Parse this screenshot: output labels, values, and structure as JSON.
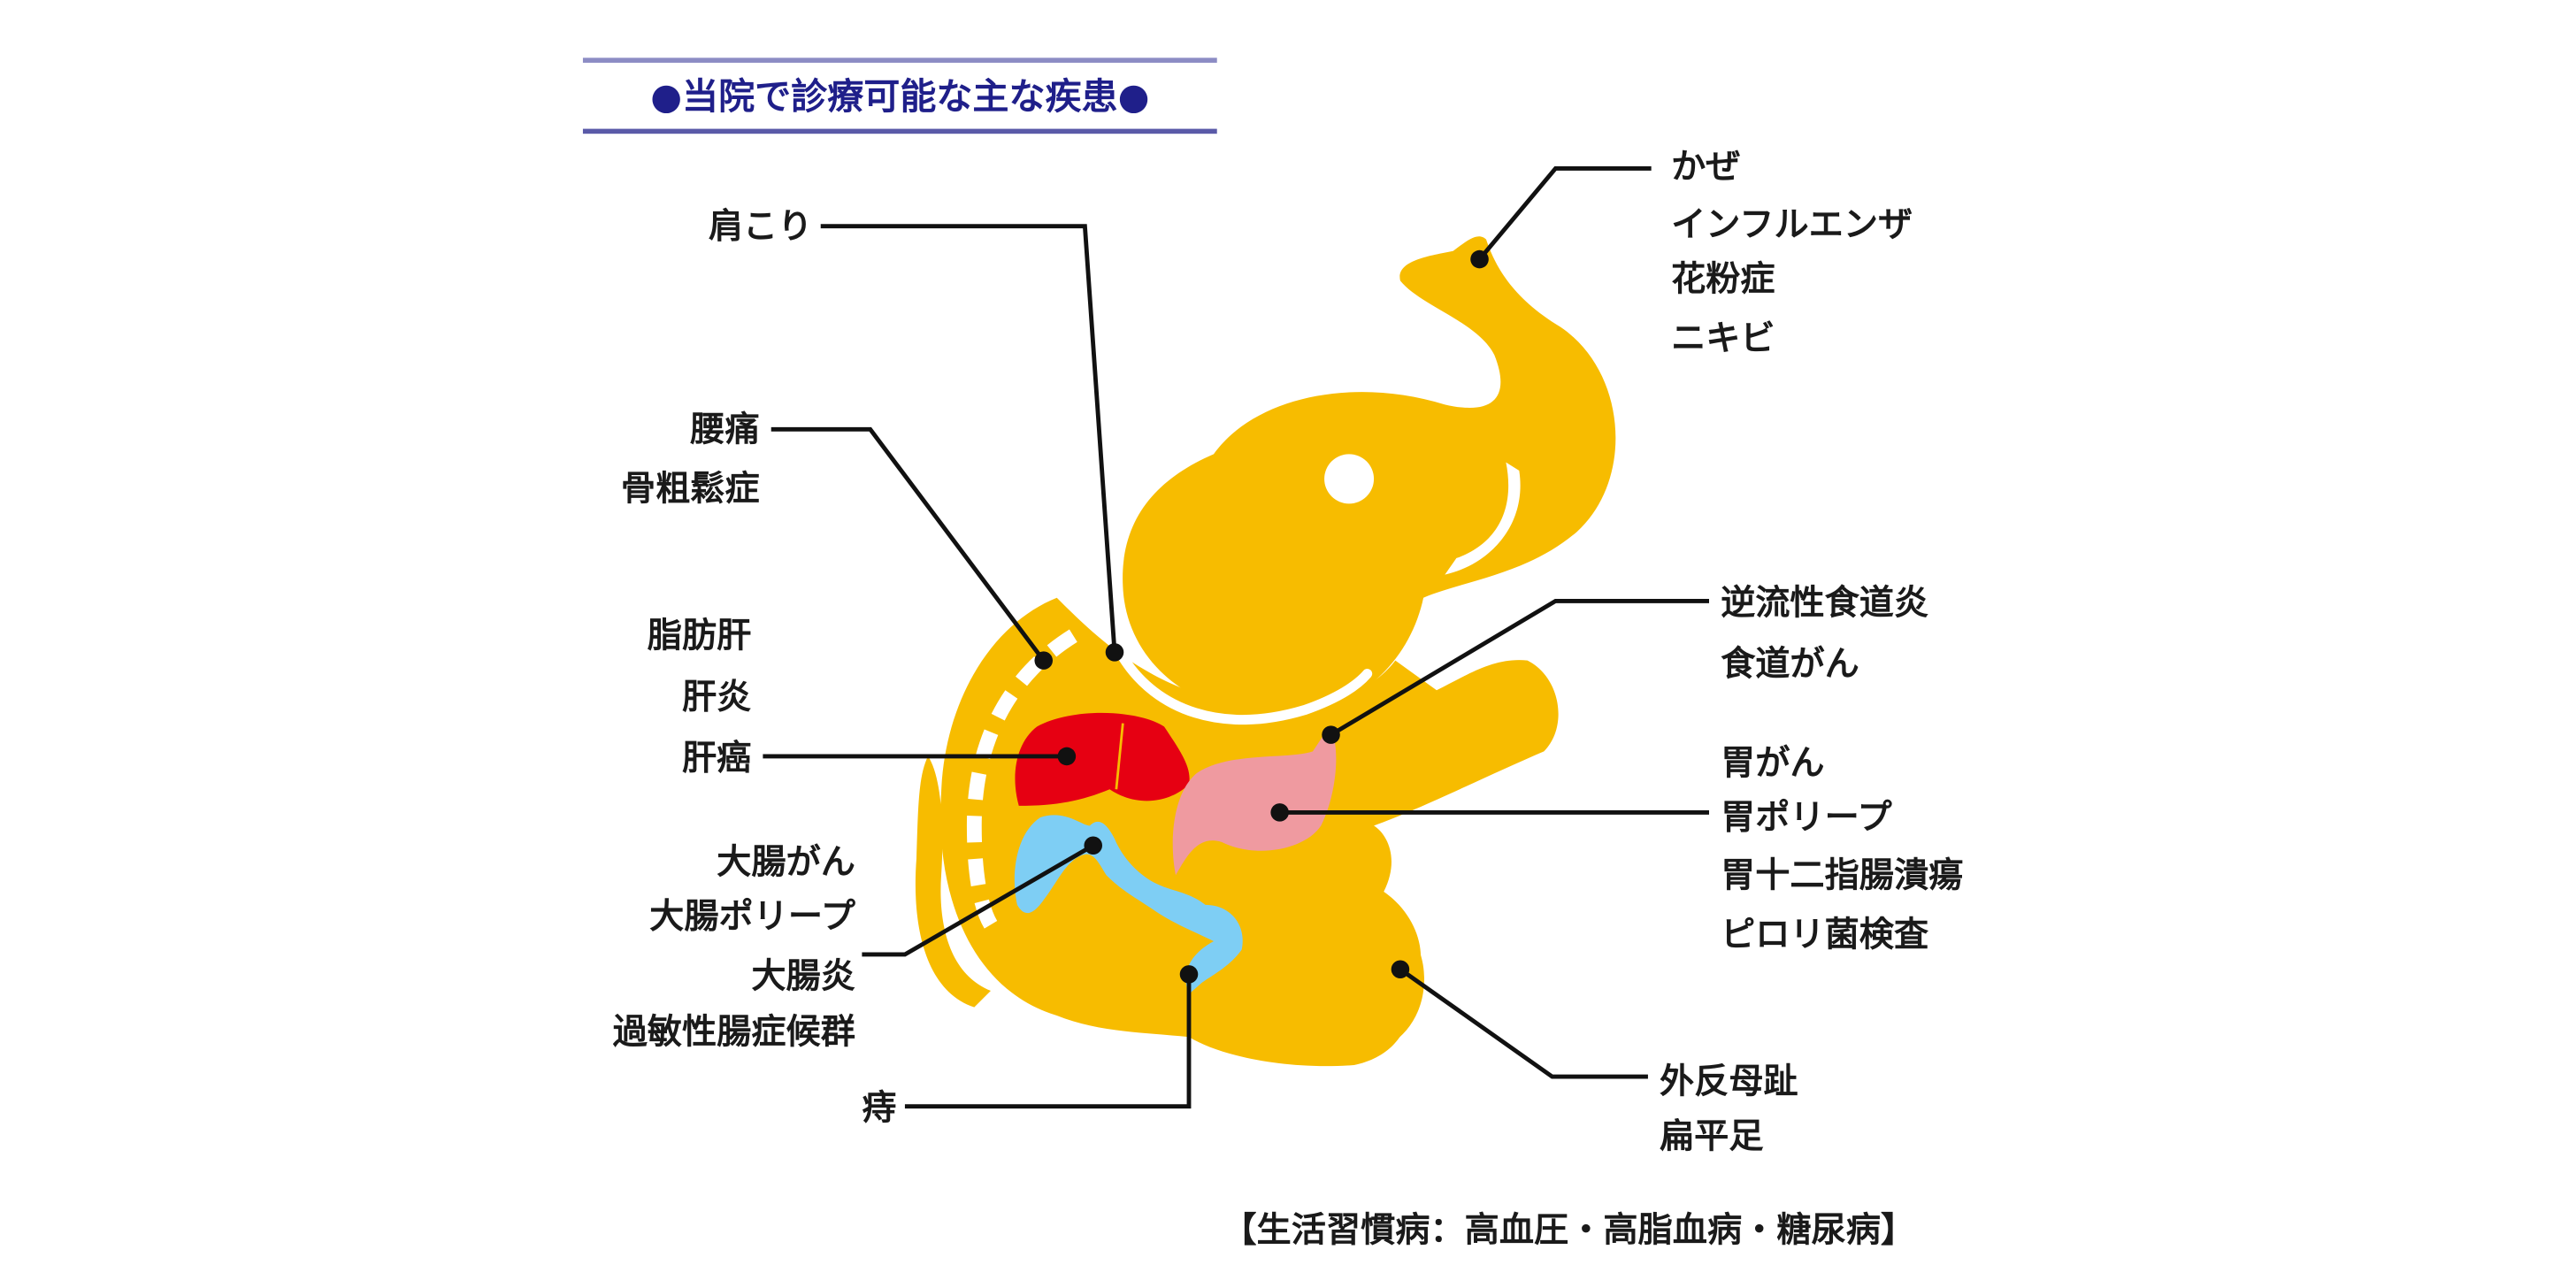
{
  "title": "●当院で診療可能な主な疾患●",
  "colors": {
    "title": "#1f1f8a",
    "elephant": "#f7bc00",
    "liver": "#e60012",
    "stomach": "#ef9aa0",
    "intestine": "#7ecef4"
  },
  "labels": {
    "shoulder": [
      "肩こり"
    ],
    "back": [
      "腰痛",
      "骨粗鬆症"
    ],
    "liver": [
      "脂肪肝",
      "肝炎",
      "肝癌"
    ],
    "colon": [
      "大腸がん",
      "大腸ポリープ",
      "大腸炎",
      "過敏性腸症候群"
    ],
    "hemorrhoids": [
      "痔"
    ],
    "nose": [
      "かぜ",
      "インフルエンザ",
      "花粉症",
      "ニキビ"
    ],
    "esophagus": [
      "逆流性食道炎",
      "食道がん"
    ],
    "stomach": [
      "胃がん",
      "胃ポリープ",
      "胃十二指腸潰瘍",
      "ピロリ菌検査"
    ],
    "foot": [
      "外反母趾",
      "扁平足"
    ]
  },
  "footer": "【生活習慣病：高血圧・高脂血病・糖尿病】"
}
